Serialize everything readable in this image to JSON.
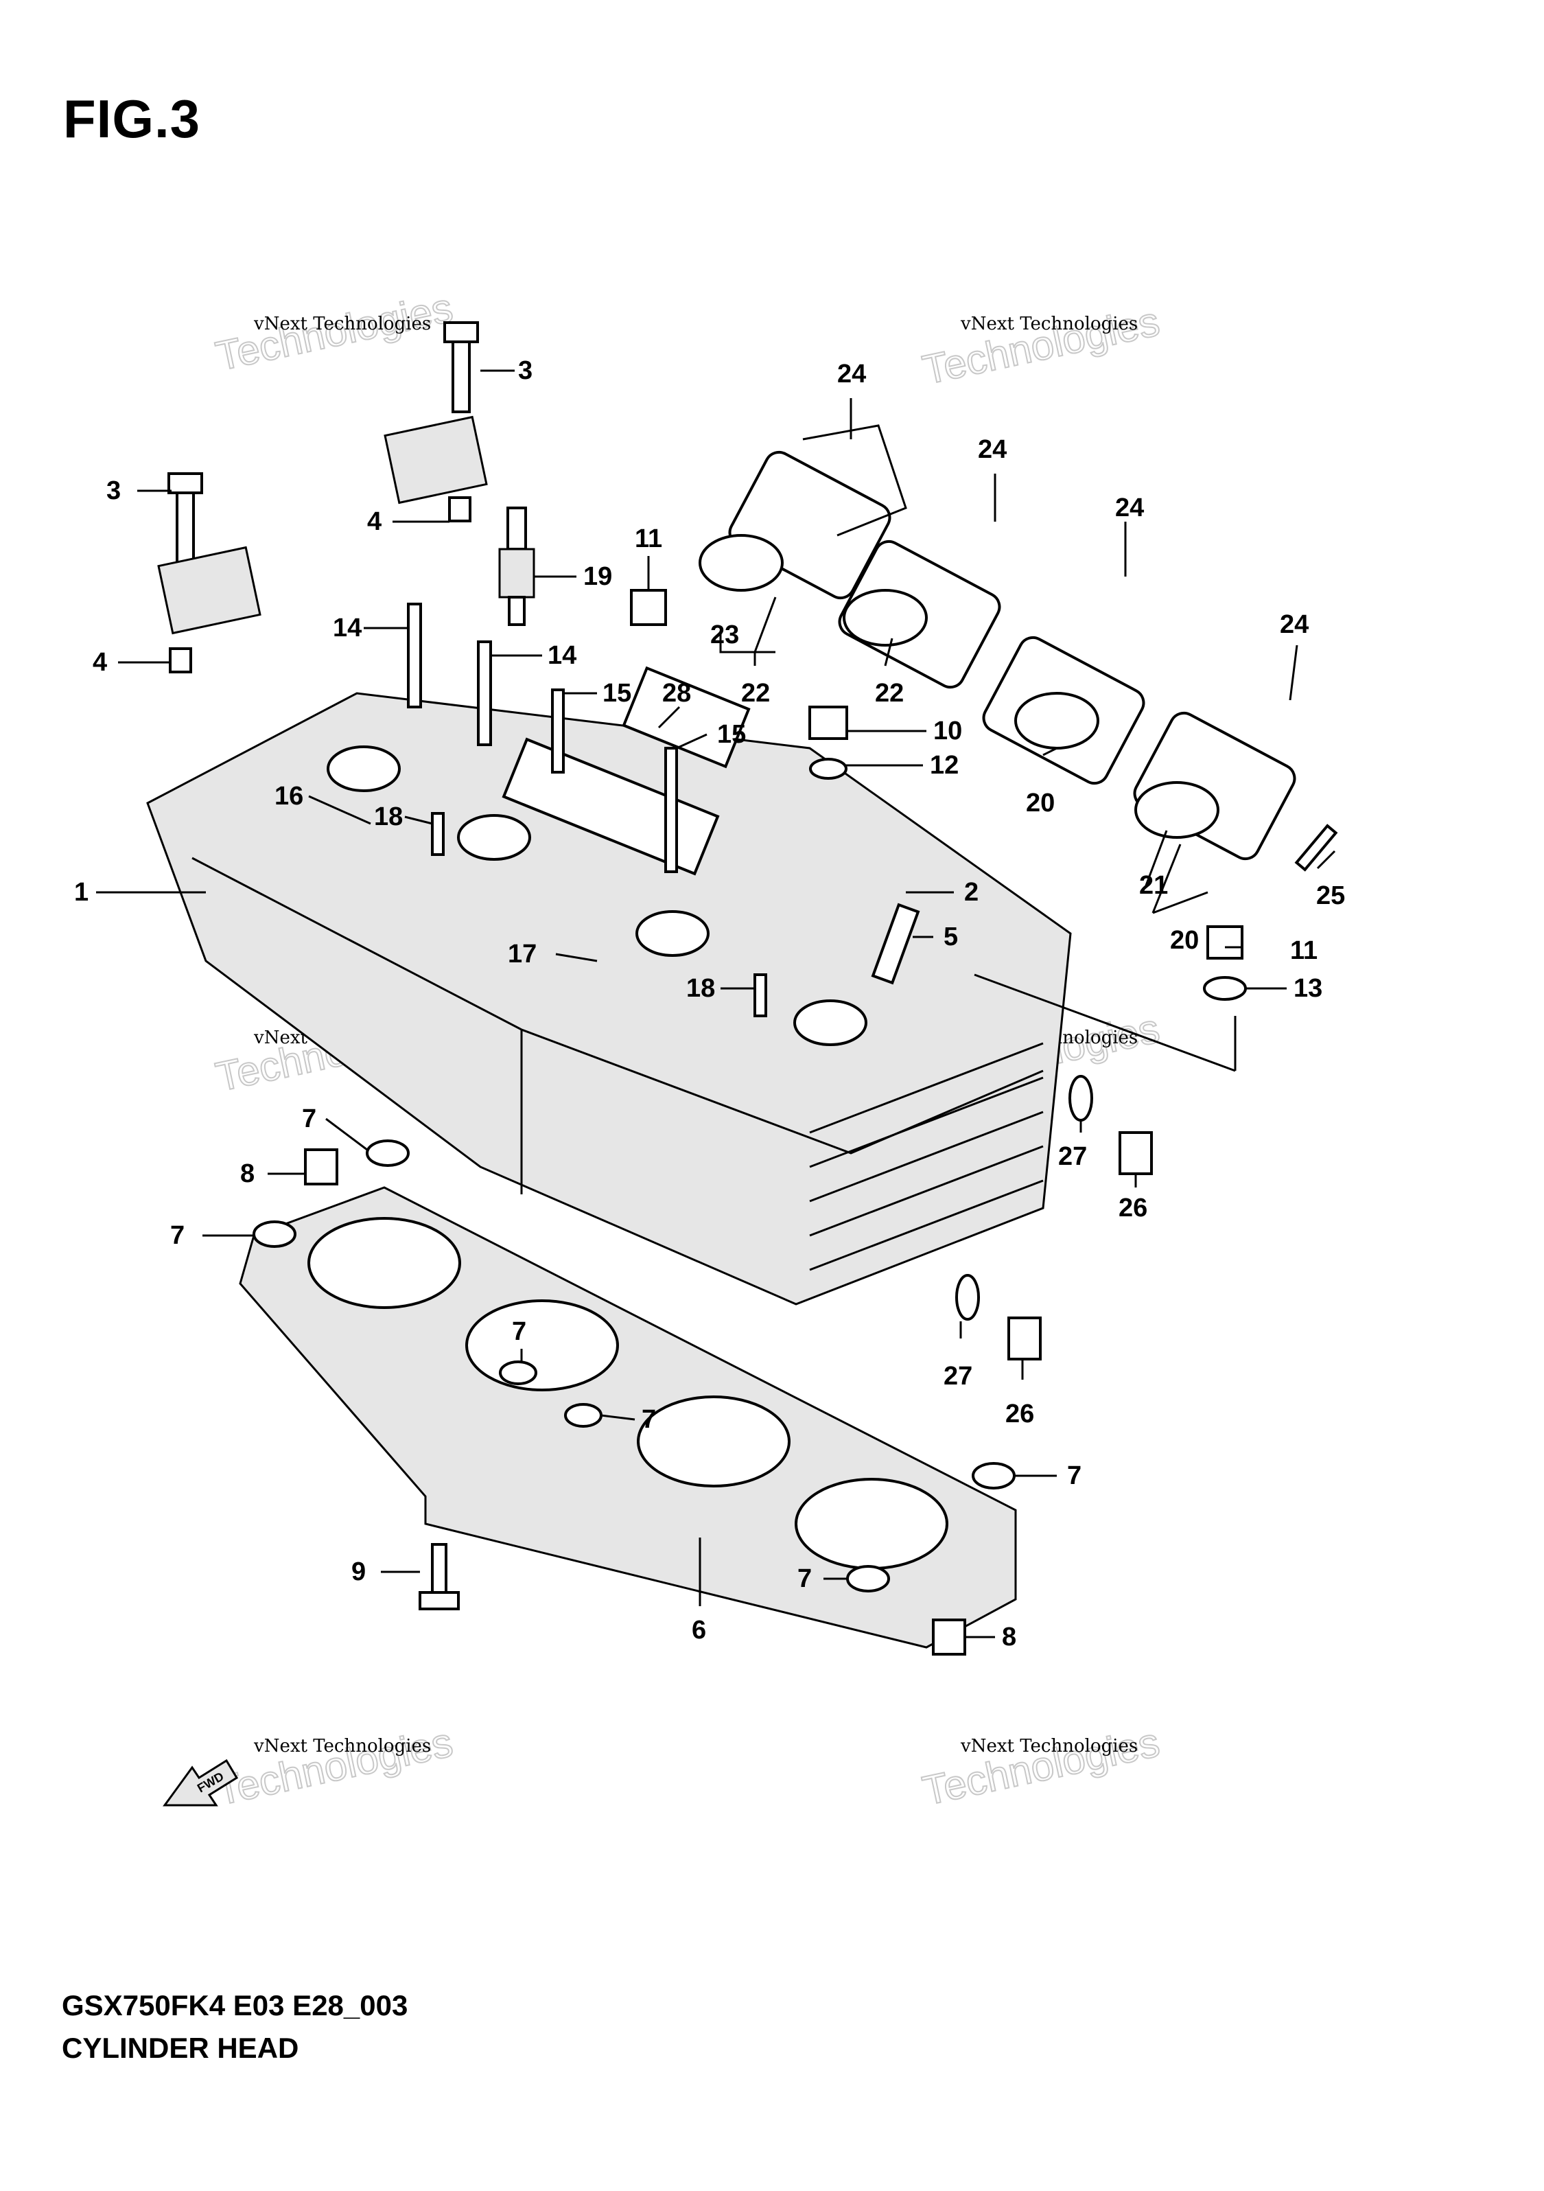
{
  "figure": {
    "title": "FIG.3"
  },
  "footer": {
    "model_code": "GSX750FK4 E03 E28_003",
    "part_name": "CYLINDER HEAD"
  },
  "watermarks": [
    {
      "small": "vNext Technologies",
      "big": "Technologies"
    },
    {
      "small": "vNext Technologies",
      "big": "Technologies"
    },
    {
      "small": "vNext Technologies",
      "big": "Technologies"
    },
    {
      "small": "vNext Technologies",
      "big": "Technologies"
    },
    {
      "small": "vNext Technologies",
      "big": "Technologies"
    },
    {
      "small": "vNext Technologies",
      "big": "Technologies"
    }
  ],
  "callouts": [
    {
      "label": "1"
    },
    {
      "label": "2"
    },
    {
      "label": "3"
    },
    {
      "label": "3"
    },
    {
      "label": "4"
    },
    {
      "label": "4"
    },
    {
      "label": "5"
    },
    {
      "label": "6"
    },
    {
      "label": "7"
    },
    {
      "label": "7"
    },
    {
      "label": "7"
    },
    {
      "label": "7"
    },
    {
      "label": "7"
    },
    {
      "label": "7"
    },
    {
      "label": "8"
    },
    {
      "label": "8"
    },
    {
      "label": "9"
    },
    {
      "label": "10"
    },
    {
      "label": "11"
    },
    {
      "label": "11"
    },
    {
      "label": "12"
    },
    {
      "label": "13"
    },
    {
      "label": "14"
    },
    {
      "label": "14"
    },
    {
      "label": "15"
    },
    {
      "label": "15"
    },
    {
      "label": "16"
    },
    {
      "label": "17"
    },
    {
      "label": "18"
    },
    {
      "label": "18"
    },
    {
      "label": "19"
    },
    {
      "label": "20"
    },
    {
      "label": "20"
    },
    {
      "label": "21"
    },
    {
      "label": "22"
    },
    {
      "label": "22"
    },
    {
      "label": "23"
    },
    {
      "label": "24"
    },
    {
      "label": "24"
    },
    {
      "label": "24"
    },
    {
      "label": "24"
    },
    {
      "label": "25"
    },
    {
      "label": "26"
    },
    {
      "label": "26"
    },
    {
      "label": "27"
    },
    {
      "label": "27"
    },
    {
      "label": "28"
    }
  ],
  "forward_arrow": {
    "label": "FWD"
  }
}
